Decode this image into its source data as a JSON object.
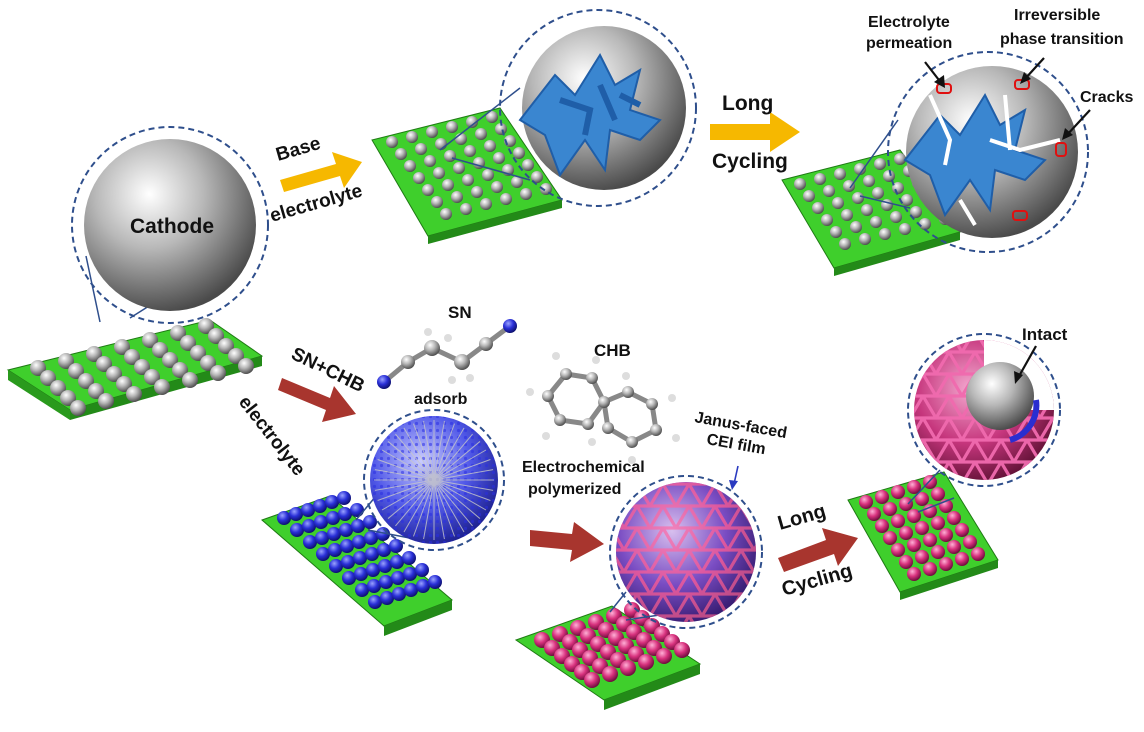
{
  "labels": {
    "cathode": "Cathode",
    "base_line1": "Base",
    "base_line2": "electrolyte",
    "long_cycling_top_1": "Long",
    "long_cycling_top_2": "Cycling",
    "electrolyte_permeation_1": "Electrolyte",
    "electrolyte_permeation_2": "permeation",
    "irreversible_1": "Irreversible",
    "irreversible_2": "phase transition",
    "cracks": "Cracks",
    "sn_chb_1": "SN+CHB",
    "sn_chb_2": "electrolyte",
    "sn": "SN",
    "adsorb": "adsorb",
    "chb": "CHB",
    "janus_1": "Janus-faced",
    "janus_2": "CEI film",
    "electro_1": "Electrochemical",
    "electro_2": "polymerized",
    "long_cycling_bottom_1": "Long",
    "long_cycling_bottom_2": "Cycling",
    "intact": "Intact"
  },
  "colors": {
    "substrate_green": "#3fcf2c",
    "substrate_green_dark": "#2a9a1d",
    "cathode_gray": "#a8a8a8",
    "crack_blue": "#3a86d0",
    "sn_blue": "#2a2ed0",
    "cei_pink": "#d8327e",
    "arrow_yellow": "#f6b800",
    "arrow_red": "#a8352e",
    "dashed_outline": "#2f4f8c"
  }
}
